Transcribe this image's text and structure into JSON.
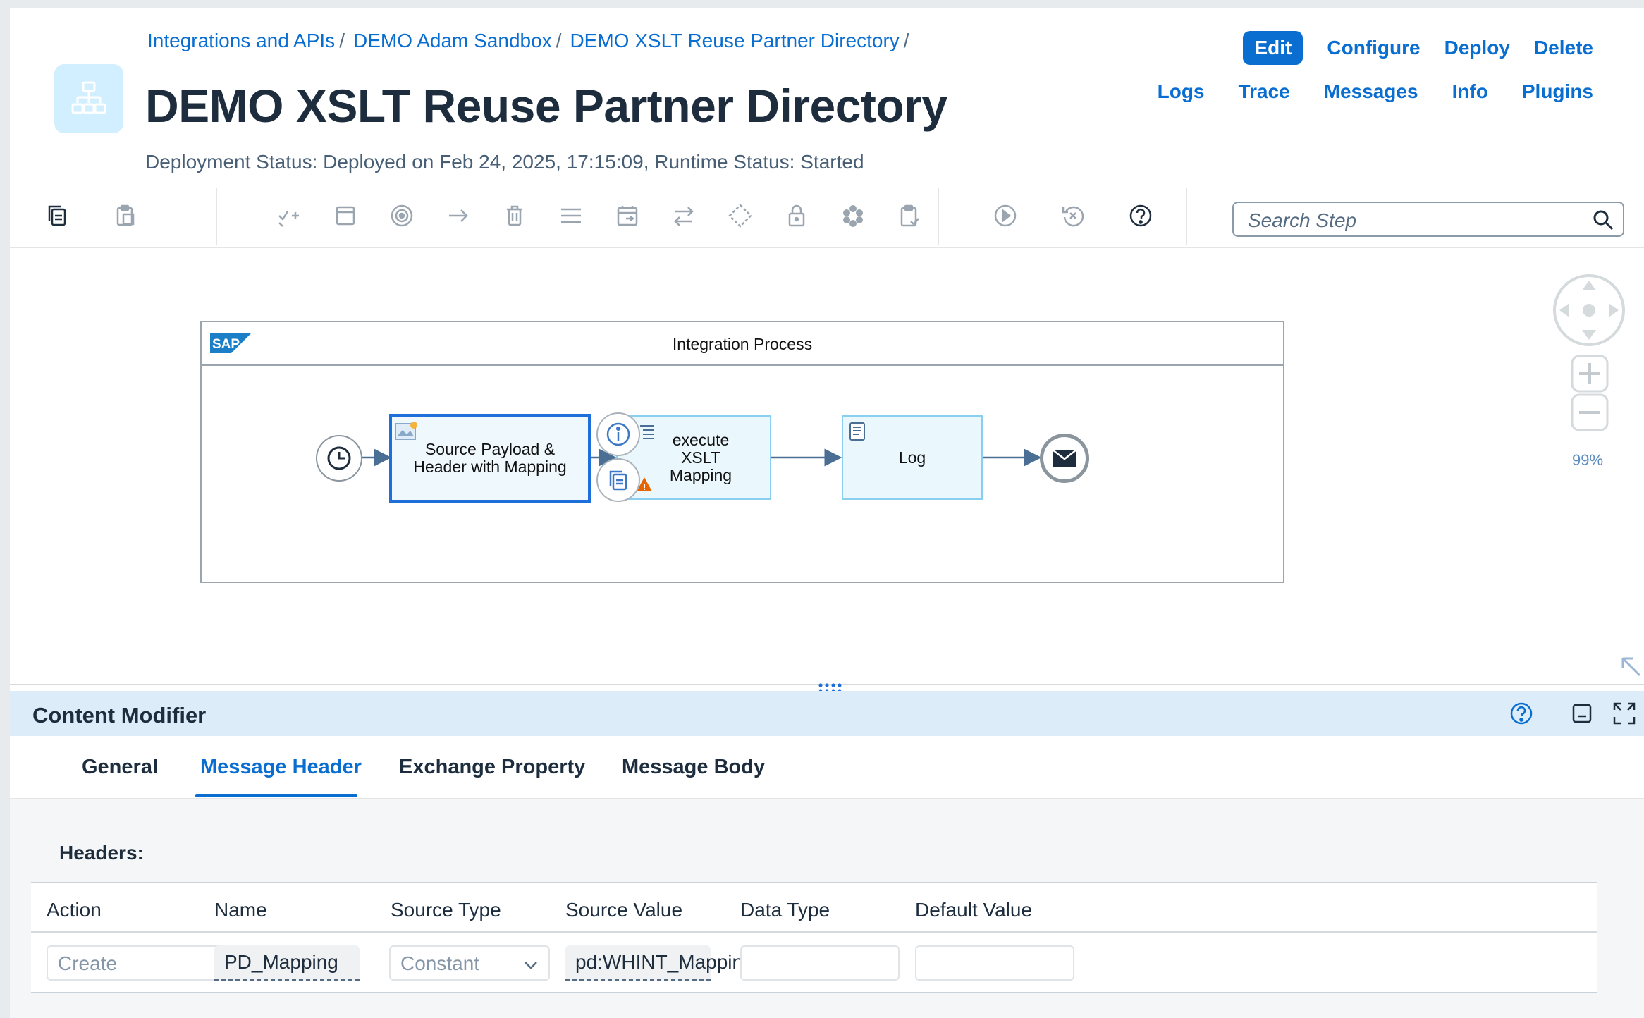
{
  "breadcrumb": {
    "items": [
      "Integrations and APIs",
      "DEMO Adam Sandbox",
      "DEMO XSLT Reuse Partner Directory"
    ],
    "separator": "/"
  },
  "header": {
    "title": "DEMO XSLT Reuse Partner Directory",
    "status": "Deployment Status: Deployed on Feb 24, 2025, 17:15:09, Runtime Status: Started",
    "actions_row1": [
      "Edit",
      "Configure",
      "Deploy",
      "Delete"
    ],
    "actions_row2": [
      "Logs",
      "Trace",
      "Messages",
      "Info",
      "Plugins"
    ]
  },
  "toolbar": {
    "search_placeholder": "Search Step"
  },
  "canvas": {
    "pool_title": "Integration Process",
    "sap_logo_text": "SAP",
    "steps": {
      "source_payload": "Source Payload & Header with Mapping",
      "execute_xslt": "execute XSLT Mapping",
      "log": "Log"
    },
    "zoom": "99%"
  },
  "panel": {
    "title": "Content Modifier",
    "tabs": [
      "General",
      "Message Header",
      "Exchange Property",
      "Message Body"
    ],
    "active_tab": "Message Header",
    "section_label": "Headers:",
    "columns": [
      "Action",
      "Name",
      "Source Type",
      "Source Value",
      "Data Type",
      "Default Value"
    ],
    "row": {
      "action": "Create",
      "name": "PD_Mapping",
      "source_type": "Constant",
      "source_value": "pd:WHINT_Mappin...",
      "data_type": "",
      "default_value": ""
    }
  },
  "colors": {
    "accent": "#0a6ed1",
    "panel_header": "#dcecf9",
    "task_fill": "#eaf7fd",
    "task_border": "#89cff0"
  }
}
